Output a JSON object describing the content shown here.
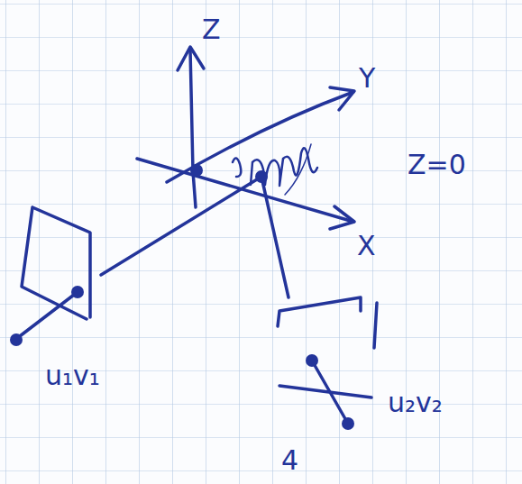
{
  "diagram": {
    "labels": [
      "Z",
      "Y",
      "Z=0",
      "X",
      "u₁v₁",
      "u₂v₂",
      "4"
    ]
  }
}
